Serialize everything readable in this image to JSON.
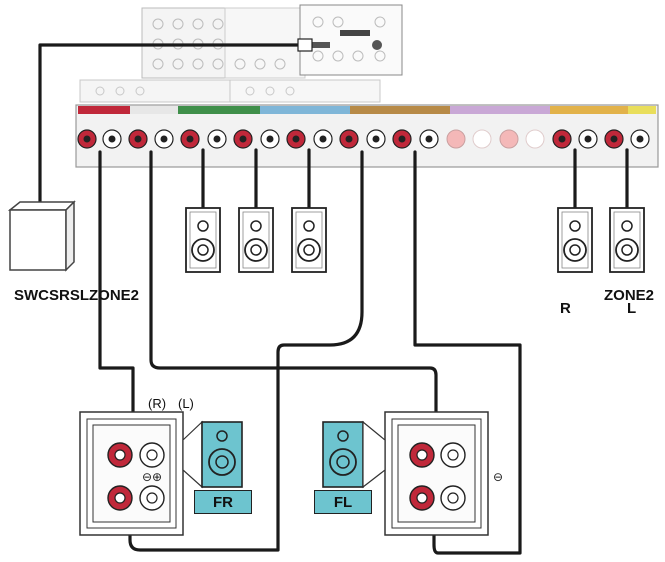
{
  "labels": {
    "bottom_group": "SWCSRSLZONE2",
    "zone2_title": "ZONE2",
    "zone2_right": "R",
    "zone2_left": "L",
    "channel_right": "(R)",
    "channel_left": "(L)",
    "front_right": "FR",
    "front_left": "FL",
    "polarity_fr": "⊖⊕",
    "polarity_fl": "⊖"
  },
  "colors": {
    "terminal_red": "#c0283a",
    "terminal_pink": "#f4b8b8",
    "speaker_teal": "#6dc4cf",
    "cable": "#1a1a1a"
  }
}
